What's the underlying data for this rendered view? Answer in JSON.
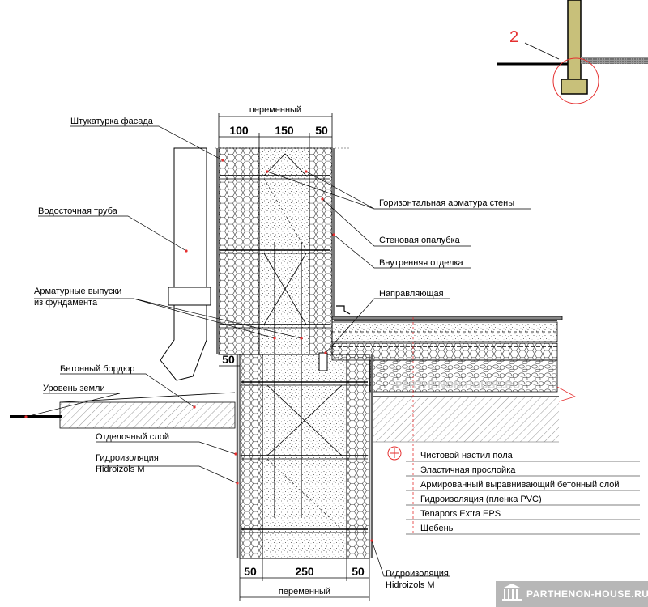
{
  "detail_marker": "2",
  "dimensions": {
    "top_overall": "переменный",
    "top_parts": [
      "100",
      "150",
      "50"
    ],
    "base_left": "50",
    "bottom_parts": [
      "50",
      "250",
      "50"
    ],
    "bottom_overall": "переменный"
  },
  "labels": {
    "facade_plaster": "Штукатурка фасада",
    "downpipe": "Водосточная труба",
    "rebar_line1": "Арматурные выпуски",
    "rebar_line2": "из фундамента",
    "concrete_curb": "Бетонный бордюр",
    "ground_level": "Уровень земли",
    "finish_layer": "Отделочный слой",
    "waterproof1_line1": "Гидроизоляция",
    "waterproof1_line2": "Hidroizols M",
    "horizontal_rebar": "Горизонтальная арматура стены",
    "wall_formwork": "Стеновая опалубка",
    "interior_finish": "Внутренняя отделка",
    "guide": "Направляющая",
    "waterproof2_line1": "Гидроизоляция",
    "waterproof2_line2": "Hidroizols M"
  },
  "floor_layers": [
    "Чистовой настил пола",
    "Эластичная прослойка",
    "Армированный выравнивающий бетонный слой",
    "Гидроизоляция (пленка PVC)",
    "Tenapors Extra EPS",
    "Щебень"
  ],
  "watermark": "PARTHENON-HOUSE.RU",
  "brand": "PARTHENON-HOUSE.RU",
  "colors": {
    "leader_dot": "#e53030",
    "detail_circle": "#e53030",
    "stud": "#c8c07a",
    "brand_bg": "#b7b7b7"
  }
}
